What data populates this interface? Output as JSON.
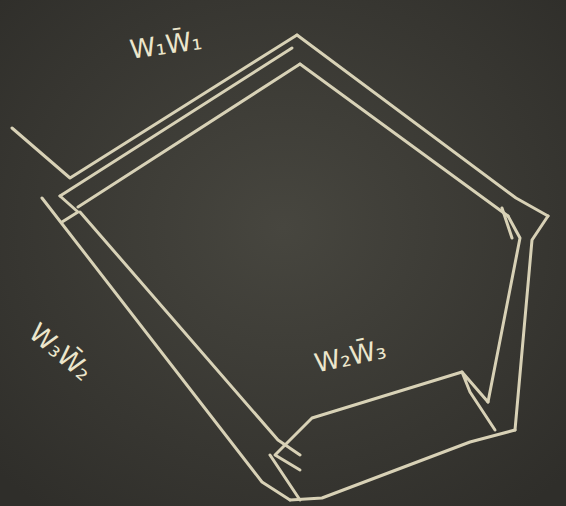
{
  "diagram": {
    "labels": [
      "W₁W̄₁",
      "W₃W̄₂",
      "W₂W̄₃"
    ]
  }
}
